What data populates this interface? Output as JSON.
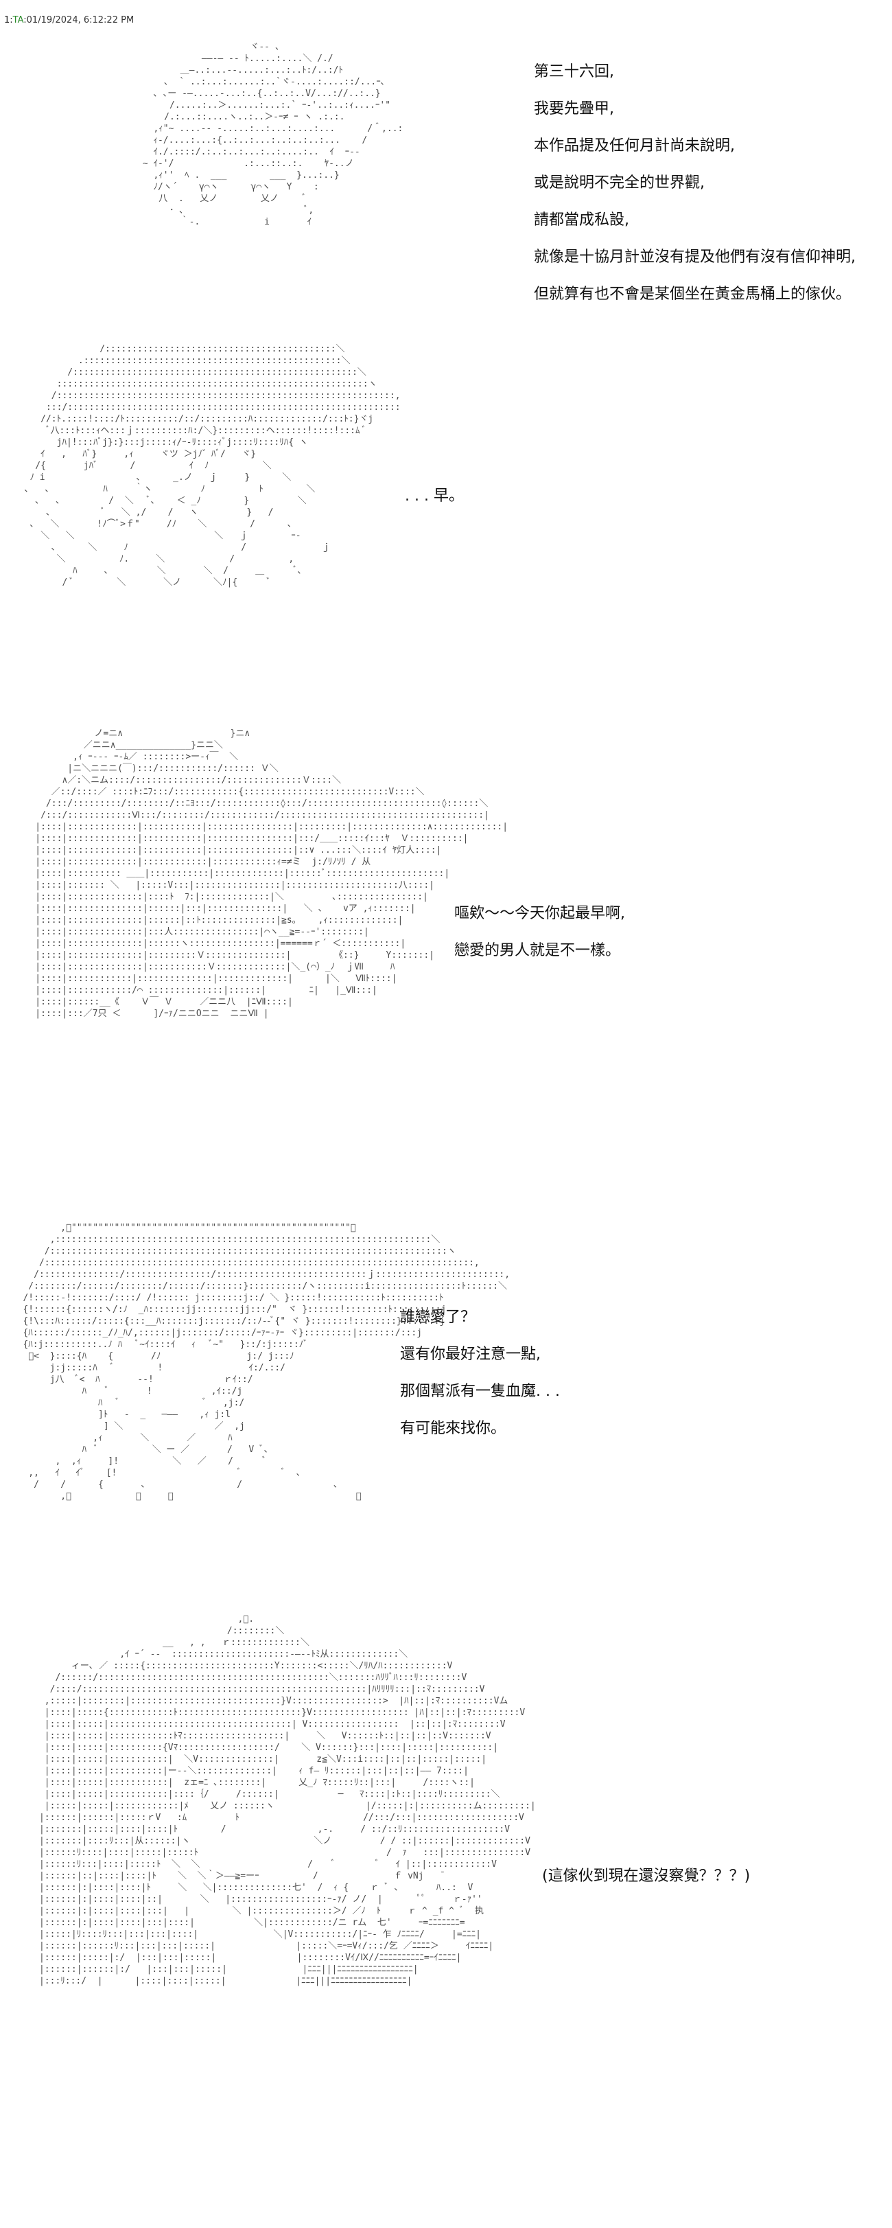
{
  "post": {
    "number": "1",
    "separator": ":",
    "id": "TA",
    "date": ":01/19/2024, 6:12:22 PM"
  },
  "scenes": [
    {
      "dialogue": [
        "第三十六回,",
        "我要先疊甲,",
        "本作品提及任何月計尚未說明,",
        "或是說明不完全的世界觀,",
        "請都當成私設,",
        "就像是十協月計並沒有提及他們有沒有信仰神明,",
        "但就算有也不會是某個坐在黃金馬桶上的傢伙。"
      ]
    },
    {
      "dialogue": [
        ". . . 早。"
      ]
    },
    {
      "dialogue": [
        "嘔欸～～今天你起最早啊,",
        "戀愛的男人就是不一樣。"
      ]
    },
    {
      "dialogue": [
        "誰戀愛了？",
        "還有你最好注意一點,",
        "那個幫派有一隻血魔. . .",
        "有可能來找你。"
      ]
    },
    {
      "dialogue": [
        "(這傢伙到現在還沒察覺？？？)"
      ]
    }
  ]
}
